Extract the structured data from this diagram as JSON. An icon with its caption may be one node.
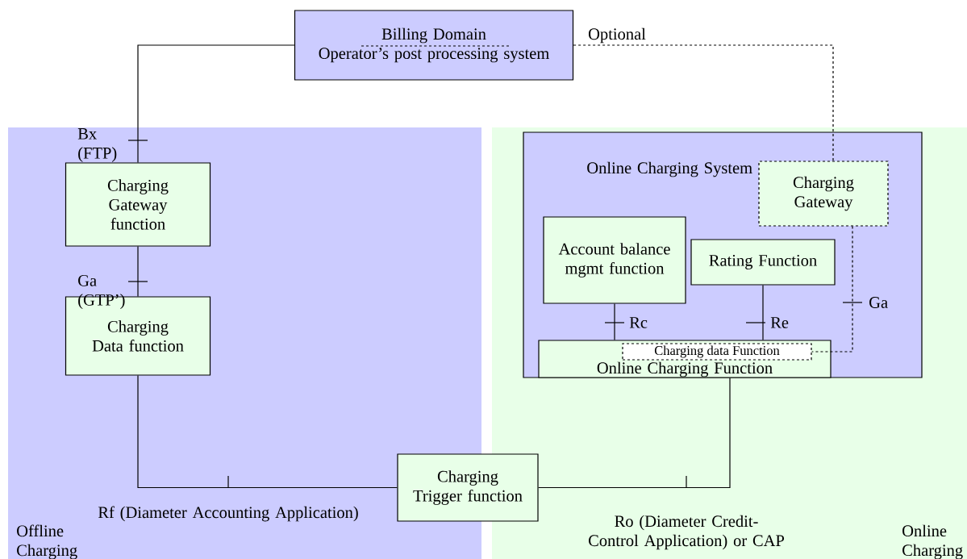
{
  "diagram": {
    "nodes": [
      {
        "text": [
          "Billing Domain",
          "Operator’s post processing system"
        ]
      },
      {
        "text": [
          "Offline Charging"
        ]
      },
      {
        "text": [
          "Online Charging"
        ]
      },
      {
        "text": [
          "Charging Gateway function"
        ],
        "in": 1
      },
      {
        "text": [
          "Charging Data function"
        ],
        "in": 1
      },
      {
        "text": [
          "Charging Trigger function"
        ]
      },
      {
        "text": [
          "Online Charging System"
        ],
        "in": 2
      },
      {
        "text": [
          "Charging Gateway"
        ],
        "in": 6
      },
      {
        "text": [
          "Account balance mgmt function"
        ],
        "in": 6
      },
      {
        "text": [
          "Rating Function"
        ],
        "in": 6
      },
      {
        "text": [
          "Online Charging Function"
        ],
        "in": 6
      },
      {
        "text": [
          "Charging data Function"
        ],
        "in": 10
      }
    ],
    "edges": [
      {
        "from": 0,
        "to": 3,
        "arrow": "none",
        "label": "Bx (FTP)"
      },
      {
        "from": 3,
        "to": 4,
        "arrow": "none",
        "label": "Ga (GTP’)"
      },
      {
        "from": 4,
        "to": 5,
        "arrow": "none",
        "label": "Rf (Diameter Accounting Application)"
      },
      {
        "from": 5,
        "to": 10,
        "arrow": "none",
        "label": "Ro (Diameter Credit-Control Application) or CAP"
      },
      {
        "from": 8,
        "to": 10,
        "arrow": "none",
        "label": "Rc"
      },
      {
        "from": 9,
        "to": 10,
        "arrow": "none",
        "label": "Re"
      },
      {
        "from": 7,
        "to": 11,
        "arrow": "none",
        "label": "Ga",
        "style": "dashed"
      },
      {
        "from": 0,
        "to": 7,
        "arrow": "none",
        "label": "Optional",
        "style": "dashed"
      }
    ]
  }
}
